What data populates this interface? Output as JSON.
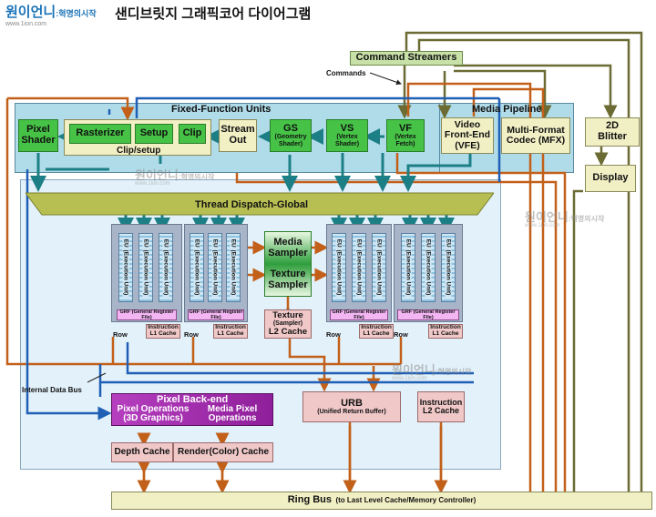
{
  "logo": {
    "main": "원이언니",
    "sub": ":혁명의시작",
    "url": "www.1ion.com"
  },
  "title": "샌디브릿지 그래픽코어 다이어그램",
  "command_streamers": "Command Streamers",
  "commands_label": "Commands",
  "fixed_function_units": {
    "title": "Fixed-Function Units",
    "pixel_shader": [
      "Pixel",
      "Shader"
    ],
    "rasterizer": "Rasterizer",
    "setup": "Setup",
    "clip": "Clip",
    "clip_setup": "Clip/setup",
    "stream_out": [
      "Stream",
      "Out"
    ],
    "gs": {
      "name": "GS",
      "desc": [
        "(Geometry",
        "Shader)"
      ]
    },
    "vs": {
      "name": "VS",
      "desc": [
        "(Vertex",
        "Shader)"
      ]
    },
    "vf": {
      "name": "VF",
      "desc": [
        "(Vertex",
        "Fetch)"
      ]
    }
  },
  "media_pipeline": {
    "title": "Media Pipeline",
    "vfe": [
      "Video",
      "Front-End",
      "(VFE)"
    ],
    "mfx": [
      "Multi-Format",
      "Codec (MFX)"
    ]
  },
  "blitter_2d": [
    "2D",
    "Blitter"
  ],
  "display": "Display",
  "thread_dispatch": "Thread Dispatch-Global",
  "eu": {
    "name": "EU",
    "full": "(Execution Unit)",
    "grf": "GRF (General Register File)",
    "row": "Row",
    "instr_cache": [
      "Instruction",
      "L1 Cache"
    ]
  },
  "media_sampler": [
    "Media",
    "Sampler"
  ],
  "texture_sampler": [
    "Texture",
    "Sampler"
  ],
  "texture_l2": [
    "Texture",
    "(Sampler)",
    "L2 Cache"
  ],
  "internal_data_bus": "Internal Data Bus",
  "pixel_backend": {
    "title": "Pixel Back-end",
    "pixel_ops": [
      "Pixel Operations",
      "(3D Graphics)"
    ],
    "media_pixel_ops": [
      "Media Pixel",
      "Operations"
    ]
  },
  "depth_cache": "Depth Cache",
  "render_cache": "Render(Color) Cache",
  "urb": {
    "name": "URB",
    "desc": "(Unified Return Buffer)"
  },
  "instruction_l2": [
    "Instruction",
    "L2 Cache"
  ],
  "ring_bus": {
    "name": "Ring Bus",
    "desc": "(to Last Level Cache/Memory Controller)"
  },
  "colors": {
    "green": "#46c246",
    "sand": "#f1efc4",
    "pink": "#f0c8c8",
    "teal_arrow": "#1d7f86",
    "orange_wire": "#c2601a",
    "olive_wire": "#6b6b33",
    "blue_wire": "#1f5fb5",
    "purple": "#8f1f9a"
  }
}
